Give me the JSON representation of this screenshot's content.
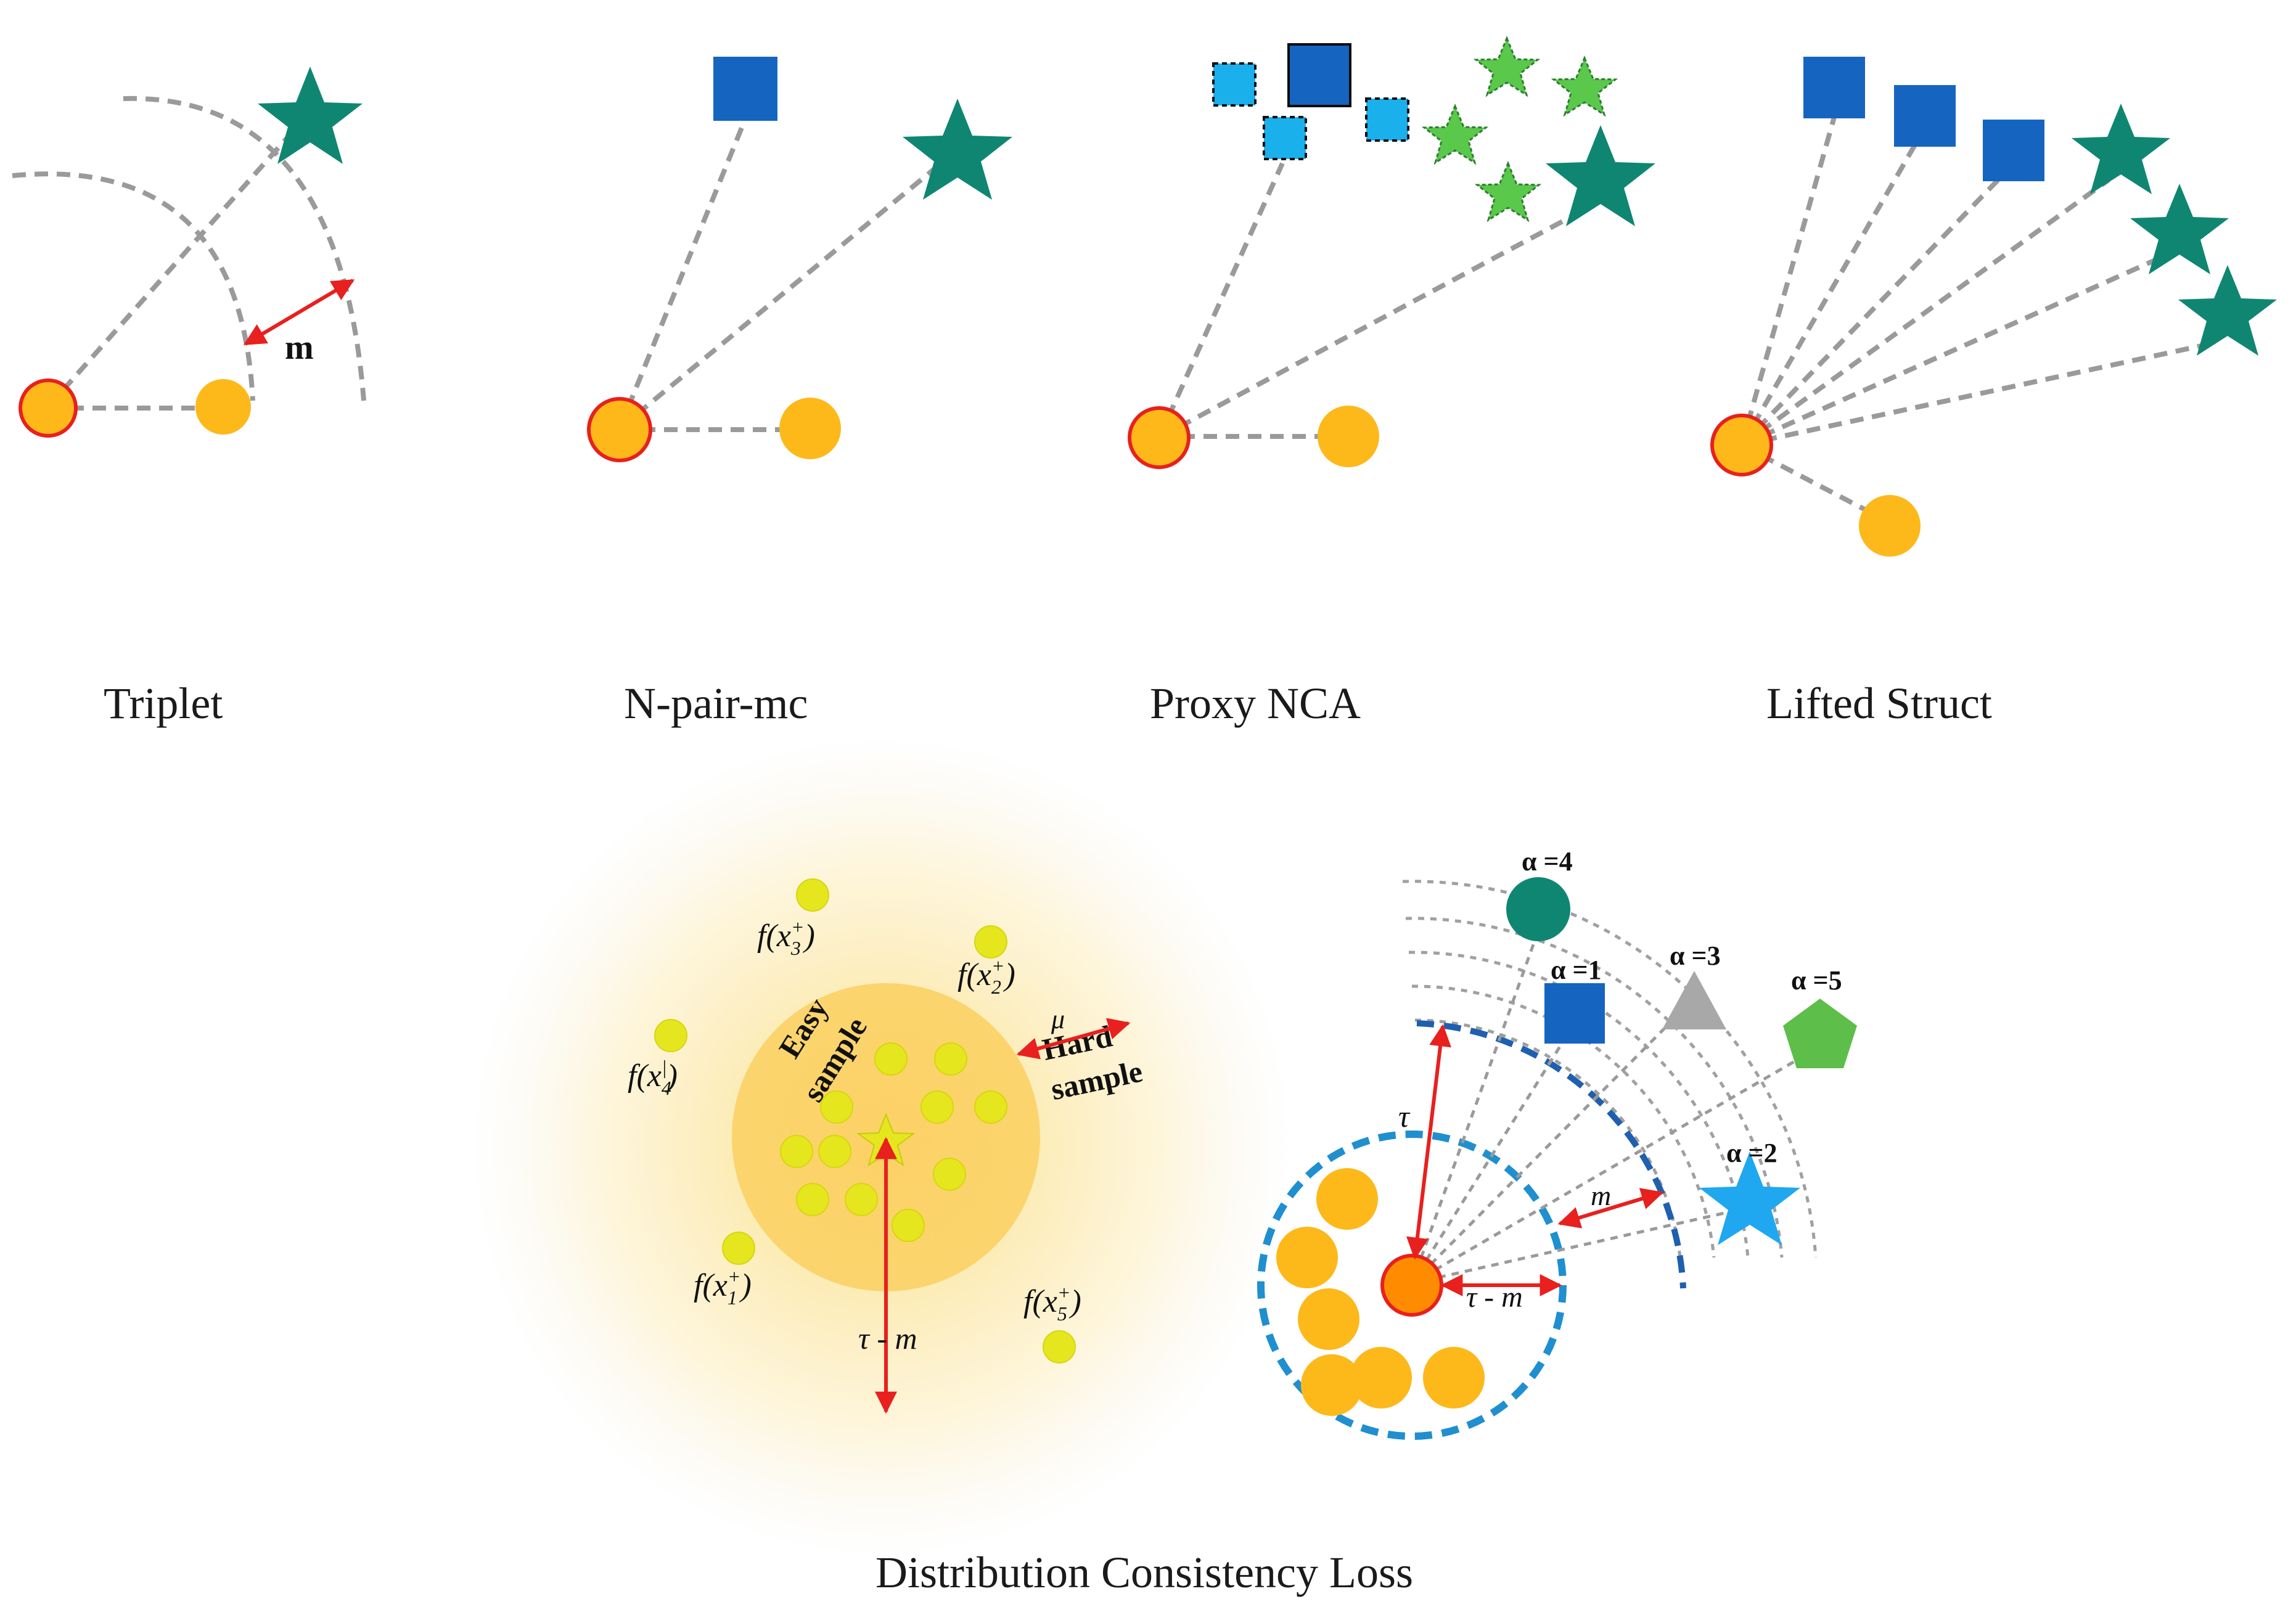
{
  "captions": {
    "triplet": "Triplet",
    "npair": "N-pair-mc",
    "proxy": "Proxy NCA",
    "lifted": "Lifted Struct",
    "dcl": "Distribution Consistency Loss"
  },
  "labels": {
    "m_triplet": "m",
    "easy": "Easy",
    "sample1": "sample",
    "hard": "Hard",
    "sample2": "sample",
    "mu": "μ",
    "tau_minus_m": "τ - m",
    "tau": "τ",
    "m_right": "m",
    "tau_minus_m_right": "τ - m"
  },
  "feature_labels": [
    {
      "f": "f(x",
      "sub": "3",
      "sup": "+",
      "close": ")"
    },
    {
      "f": "f(x",
      "sub": "2",
      "sup": "+",
      "close": ")"
    },
    {
      "f": "f(x",
      "sub": "4",
      "sup": "|",
      "close": ")"
    },
    {
      "f": "f(x",
      "sub": "1",
      "sup": "+",
      "close": ")"
    },
    {
      "f": "f(x",
      "sub": "5",
      "sup": "+",
      "close": ")"
    }
  ],
  "alpha_labels": [
    "α =4",
    "α =1",
    "α =3",
    "α =5",
    "α =2"
  ],
  "colors": {
    "anchor_fill": "#FFB819",
    "anchor_stroke": "#E8201E",
    "positive": "#FDB81A",
    "negative_star_dark": "#0F8672",
    "negative_square": "#1565C0",
    "proxy_light_square": "#1AB0EC",
    "proxy_light_star": "#5AC84A",
    "dashed_line": "#9a9a9a",
    "arrow": "#E8201E",
    "blue_dashed": "#1F7FCC",
    "yellow_dot": "#E6E61E",
    "pentagon": "#5DBE49",
    "triangle": "#A8A8A8",
    "sky_star": "#1FA8F0"
  }
}
